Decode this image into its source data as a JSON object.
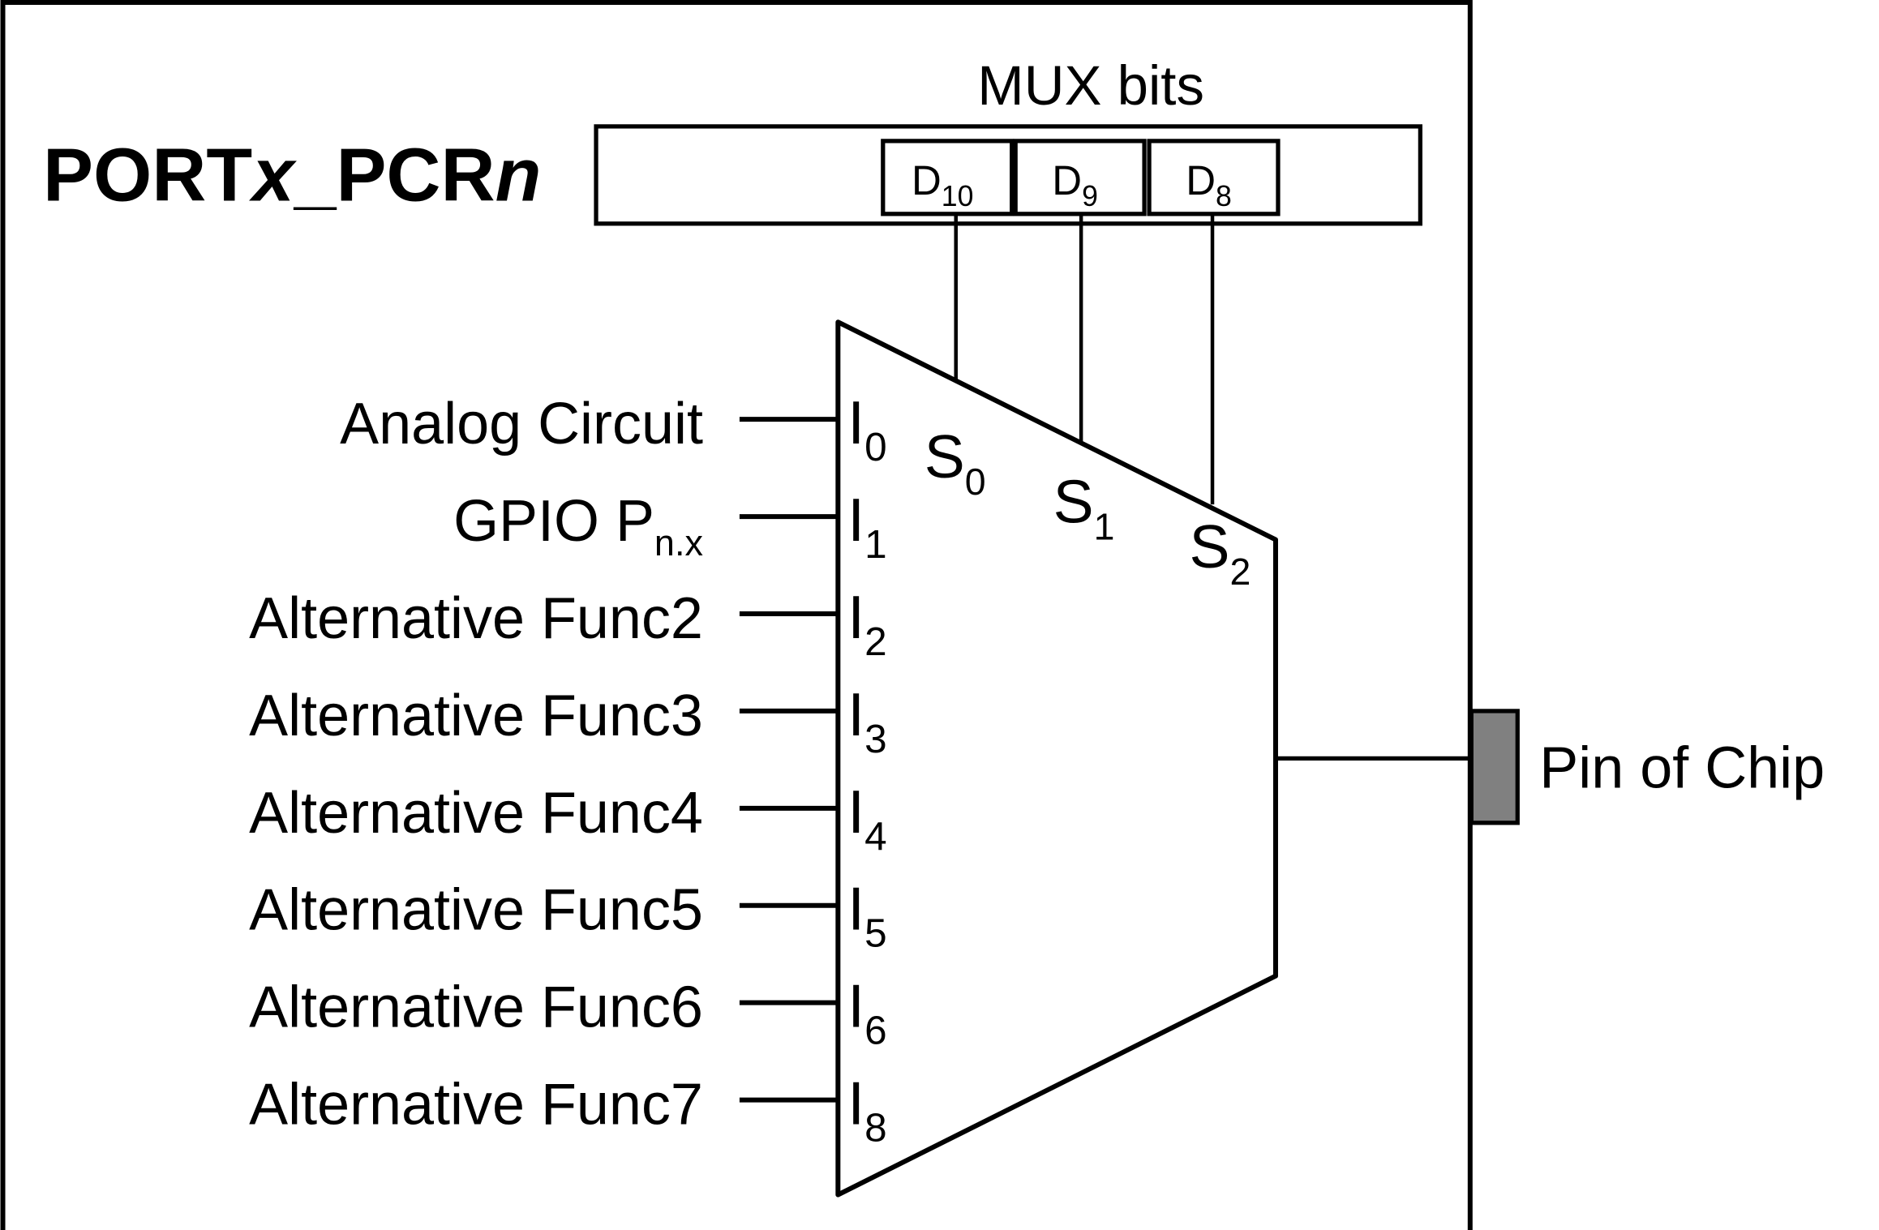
{
  "title": {
    "prefix": "PORT",
    "x_var": "x",
    "mid": "_PCR",
    "n_var": "n"
  },
  "register": {
    "caption": "MUX bits",
    "bits": [
      {
        "base": "D",
        "sub": "10"
      },
      {
        "base": "D",
        "sub": "9"
      },
      {
        "base": "D",
        "sub": "8"
      }
    ]
  },
  "selects": [
    {
      "base": "S",
      "sub": "0"
    },
    {
      "base": "S",
      "sub": "1"
    },
    {
      "base": "S",
      "sub": "2"
    }
  ],
  "inputs": [
    {
      "label": "Analog Circuit",
      "label_sub": "",
      "port": "I",
      "port_sub": "0"
    },
    {
      "label": "GPIO P",
      "label_sub": "n.x",
      "port": "I",
      "port_sub": "1"
    },
    {
      "label": "Alternative Func2",
      "label_sub": "",
      "port": "I",
      "port_sub": "2"
    },
    {
      "label": "Alternative Func3",
      "label_sub": "",
      "port": "I",
      "port_sub": "3"
    },
    {
      "label": "Alternative Func4",
      "label_sub": "",
      "port": "I",
      "port_sub": "4"
    },
    {
      "label": "Alternative Func5",
      "label_sub": "",
      "port": "I",
      "port_sub": "5"
    },
    {
      "label": "Alternative Func6",
      "label_sub": "",
      "port": "I",
      "port_sub": "6"
    },
    {
      "label": "Alternative Func7",
      "label_sub": "",
      "port": "I",
      "port_sub": "8"
    }
  ],
  "output": {
    "label": "Pin of Chip",
    "pin_color": "#808080"
  }
}
